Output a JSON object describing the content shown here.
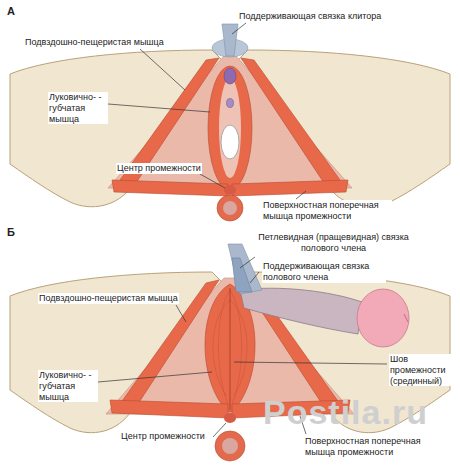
{
  "diagram": {
    "labels": [
      "А",
      "Поддерживающая связка клитора",
      "Подвздошно-пещеристая мышца",
      "Луковично- - губчатая мышца",
      "Центр промежности",
      "Поверхностная поперечная мышца промежности",
      "Б",
      "Петлевидная (пращевидная) связка полового члена",
      "Поддерживающая связка полового члена",
      "Подвздошно-пещеристая мышца",
      "Луковично- - губчатая мышца",
      "Шов промежности (срединный)",
      "Центр промежности",
      "Поверхностная поперечная мышца промежности",
      "Postila.ru"
    ]
  }
}
